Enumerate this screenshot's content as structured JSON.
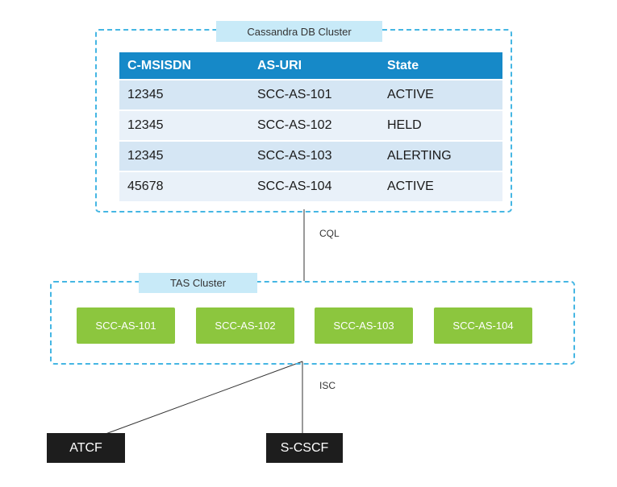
{
  "cassandra_cluster": {
    "label": "Cassandra DB Cluster",
    "table": {
      "headers": [
        "C-MSISDN",
        "AS-URI",
        "State"
      ],
      "rows": [
        [
          "12345",
          "SCC-AS-101",
          "ACTIVE"
        ],
        [
          "12345",
          "SCC-AS-102",
          "HELD"
        ],
        [
          "12345",
          "SCC-AS-103",
          "ALERTING"
        ],
        [
          "45678",
          "SCC-AS-104",
          "ACTIVE"
        ]
      ]
    }
  },
  "tas_cluster": {
    "label": "TAS Cluster",
    "nodes": [
      "SCC-AS-101",
      "SCC-AS-102",
      "SCC-AS-103",
      "SCC-AS-104"
    ]
  },
  "connections": {
    "cql_label": "CQL",
    "isc_label": "ISC"
  },
  "external_nodes": [
    "ATCF",
    "S-CSCF"
  ],
  "colors": {
    "dashed_border": "#45b6e3",
    "cluster_label_bg": "#c8eaf8",
    "table_header_bg": "#1689c8",
    "table_row_odd": "#d5e6f4",
    "table_row_even": "#e9f1f9",
    "node_green": "#8cc63e",
    "node_black": "#1d1d1d",
    "connector_line": "#333333"
  }
}
